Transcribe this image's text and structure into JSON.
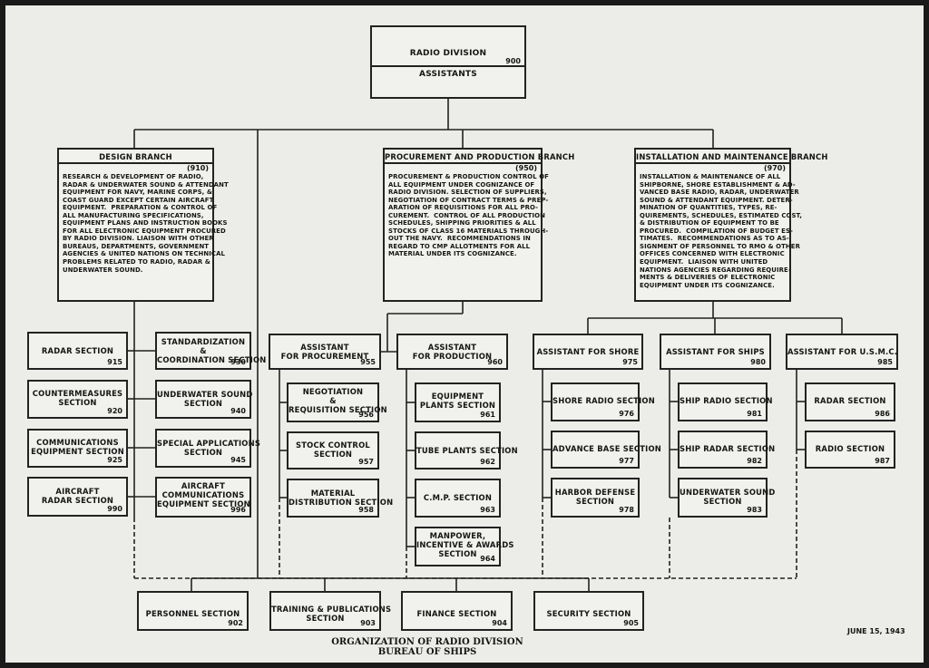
{
  "root": {
    "title": "RADIO DIVISION",
    "number": "900",
    "assistants": "ASSISTANTS"
  },
  "branches": [
    {
      "title": "DESIGN BRANCH",
      "number": "(910)",
      "description": "RESEARCH & DEVELOPMENT OF RADIO,\nRADAR & UNDERWATER SOUND & ATTENDANT\nEQUIPMENT FOR NAVY, MARINE CORPS, &\nCOAST GUARD EXCEPT CERTAIN AIRCRAFT\nEQUIPMENT.  PREPARATION & CONTROL OF\nALL MANUFACTURING SPECIFICATIONS,\nEQUIPMENT PLANS AND INSTRUCTION BOOKS\nFOR ALL ELECTRONIC EQUIPMENT PROCURED\nBY RADIO DIVISION. LIAISON WITH OTHER\nBUREAUS, DEPARTMENTS, GOVERNMENT\nAGENCIES & UNITED NATIONS ON TECHNICAL\nPROBLEMS RELATED TO RADIO, RADAR &\nUNDERWATER SOUND."
    },
    {
      "title": "PROCUREMENT AND PRODUCTION BRANCH",
      "number": "(950)",
      "description": "PROCUREMENT & PRODUCTION CONTROL OF\nALL EQUIPMENT UNDER COGNIZANCE OF\nRADIO DIVISION. SELECTION OF SUPPLIERS,\nNEGOTIATION OF CONTRACT TERMS & PREP-\nARATION OF REQUISITIONS FOR ALL PRO-\nCUREMENT.  CONTROL OF ALL PRODUCTION\nSCHEDULES, SHIPPING PRIORITIES & ALL\nSTOCKS OF CLASS 16 MATERIALS THROUGH-\nOUT THE NAVY.  RECOMMENDATIONS IN\nREGARD TO CMP ALLOTMENTS FOR ALL\nMATERIAL UNDER ITS COGNIZANCE."
    },
    {
      "title": "INSTALLATION AND MAINTENANCE BRANCH",
      "number": "(970)",
      "description": "INSTALLATION & MAINTENANCE OF ALL\nSHIPBORNE, SHORE ESTABLISHMENT & AD-\nVANCED BASE RADIO, RADAR, UNDERWATER\nSOUND & ATTENDANT EQUIPMENT. DETER-\nMINATION OF QUANTITIES, TYPES, RE-\nQUIREMENTS, SCHEDULES, ESTIMATED COST,\n& DISTRIBUTION OF EQUIPMENT TO BE\nPROCURED.  COMPILATION OF BUDGET ES-\nTIMATES.  RECOMMENDATIONS AS TO AS-\nSIGNMENT OF PERSONNEL TO RMO & OTHER\nOFFICES CONCERNED WITH ELECTRONIC\nEQUIPMENT.  LIAISON WITH UNITED\nNATIONS AGENCIES REGARDING REQUIRE-\nMENTS & DELIVERIES OF ELECTRONIC\nEQUIPMENT UNDER ITS COGNIZANCE."
    }
  ],
  "design_sections": [
    {
      "title": "RADAR SECTION",
      "number": "915"
    },
    {
      "title": "COUNTERMEASURES\nSECTION",
      "number": "920"
    },
    {
      "title": "COMMUNICATIONS\nEQUIPMENT SECTION",
      "number": "925"
    },
    {
      "title": "AIRCRAFT\nRADAR SECTION",
      "number": "990"
    },
    {
      "title": "STANDARDIZATION\n&\nCOORDINATION SECTION",
      "number": "930"
    },
    {
      "title": "UNDERWATER SOUND\nSECTION",
      "number": "940"
    },
    {
      "title": "SPECIAL APPLICATIONS\nSECTION",
      "number": "945"
    },
    {
      "title": "AIRCRAFT\nCOMMUNICATIONS\nEQUIPMENT SECTION",
      "number": "996"
    }
  ],
  "assistants": [
    {
      "title": "ASSISTANT\nFOR PROCUREMENT",
      "number": "955"
    },
    {
      "title": "ASSISTANT\nFOR PRODUCTION",
      "number": "960"
    },
    {
      "title": "ASSISTANT FOR SHORE",
      "number": "975"
    },
    {
      "title": "ASSISTANT FOR SHIPS",
      "number": "980"
    },
    {
      "title": "ASSISTANT FOR U.S.M.C.",
      "number": "985"
    }
  ],
  "procurement_sections": [
    {
      "title": "NEGOTIATION\n&\nREQUISITION SECTION",
      "number": "956"
    },
    {
      "title": "STOCK CONTROL\nSECTION",
      "number": "957"
    },
    {
      "title": "MATERIAL\nDISTRIBUTION SECTION",
      "number": "958"
    }
  ],
  "production_sections": [
    {
      "title": "EQUIPMENT\nPLANTS SECTION",
      "number": "961"
    },
    {
      "title": "TUBE PLANTS SECTION",
      "number": "962"
    },
    {
      "title": "C.M.P. SECTION",
      "number": "963"
    },
    {
      "title": "MANPOWER,\nINCENTIVE & AWARDS\nSECTION",
      "number": "964"
    }
  ],
  "shore_sections": [
    {
      "title": "SHORE RADIO SECTION",
      "number": "976"
    },
    {
      "title": "ADVANCE BASE SECTION",
      "number": "977"
    },
    {
      "title": "HARBOR DEFENSE\nSECTION",
      "number": "978"
    }
  ],
  "ships_sections": [
    {
      "title": "SHIP RADIO SECTION",
      "number": "981"
    },
    {
      "title": "SHIP RADAR SECTION",
      "number": "982"
    },
    {
      "title": "UNDERWATER SOUND\nSECTION",
      "number": "983"
    }
  ],
  "usmc_sections": [
    {
      "title": "RADAR SECTION",
      "number": "986"
    },
    {
      "title": "RADIO SECTION",
      "number": "987"
    }
  ],
  "staff_sections": [
    {
      "title": "PERSONNEL SECTION",
      "number": "902"
    },
    {
      "title": "TRAINING & PUBLICATIONS\nSECTION",
      "number": "903"
    },
    {
      "title": "FINANCE SECTION",
      "number": "904"
    },
    {
      "title": "SECURITY SECTION",
      "number": "905"
    }
  ],
  "caption": {
    "line1": "ORGANIZATION OF RADIO DIVISION",
    "line2": "BUREAU OF SHIPS"
  },
  "date": "JUNE 15, 1943"
}
